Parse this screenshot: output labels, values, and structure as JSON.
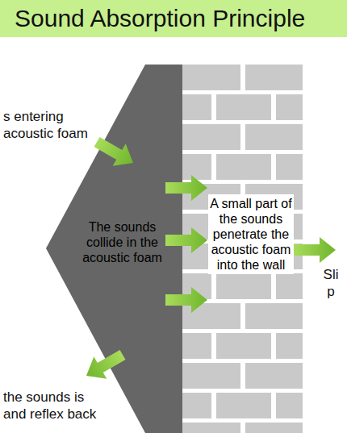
{
  "diagram": {
    "title": "Sound Absorption Principle",
    "nodes": [
      {
        "text": [
          "The sounds collide in the acoustic foam"
        ]
      },
      {
        "text": [
          "A small part of the sounds penetrate the acoustic foam into the wall"
        ]
      }
    ],
    "labels": [
      "s entering acoustic foam",
      "Sli p",
      "the sounds is and reflex back"
    ]
  }
}
